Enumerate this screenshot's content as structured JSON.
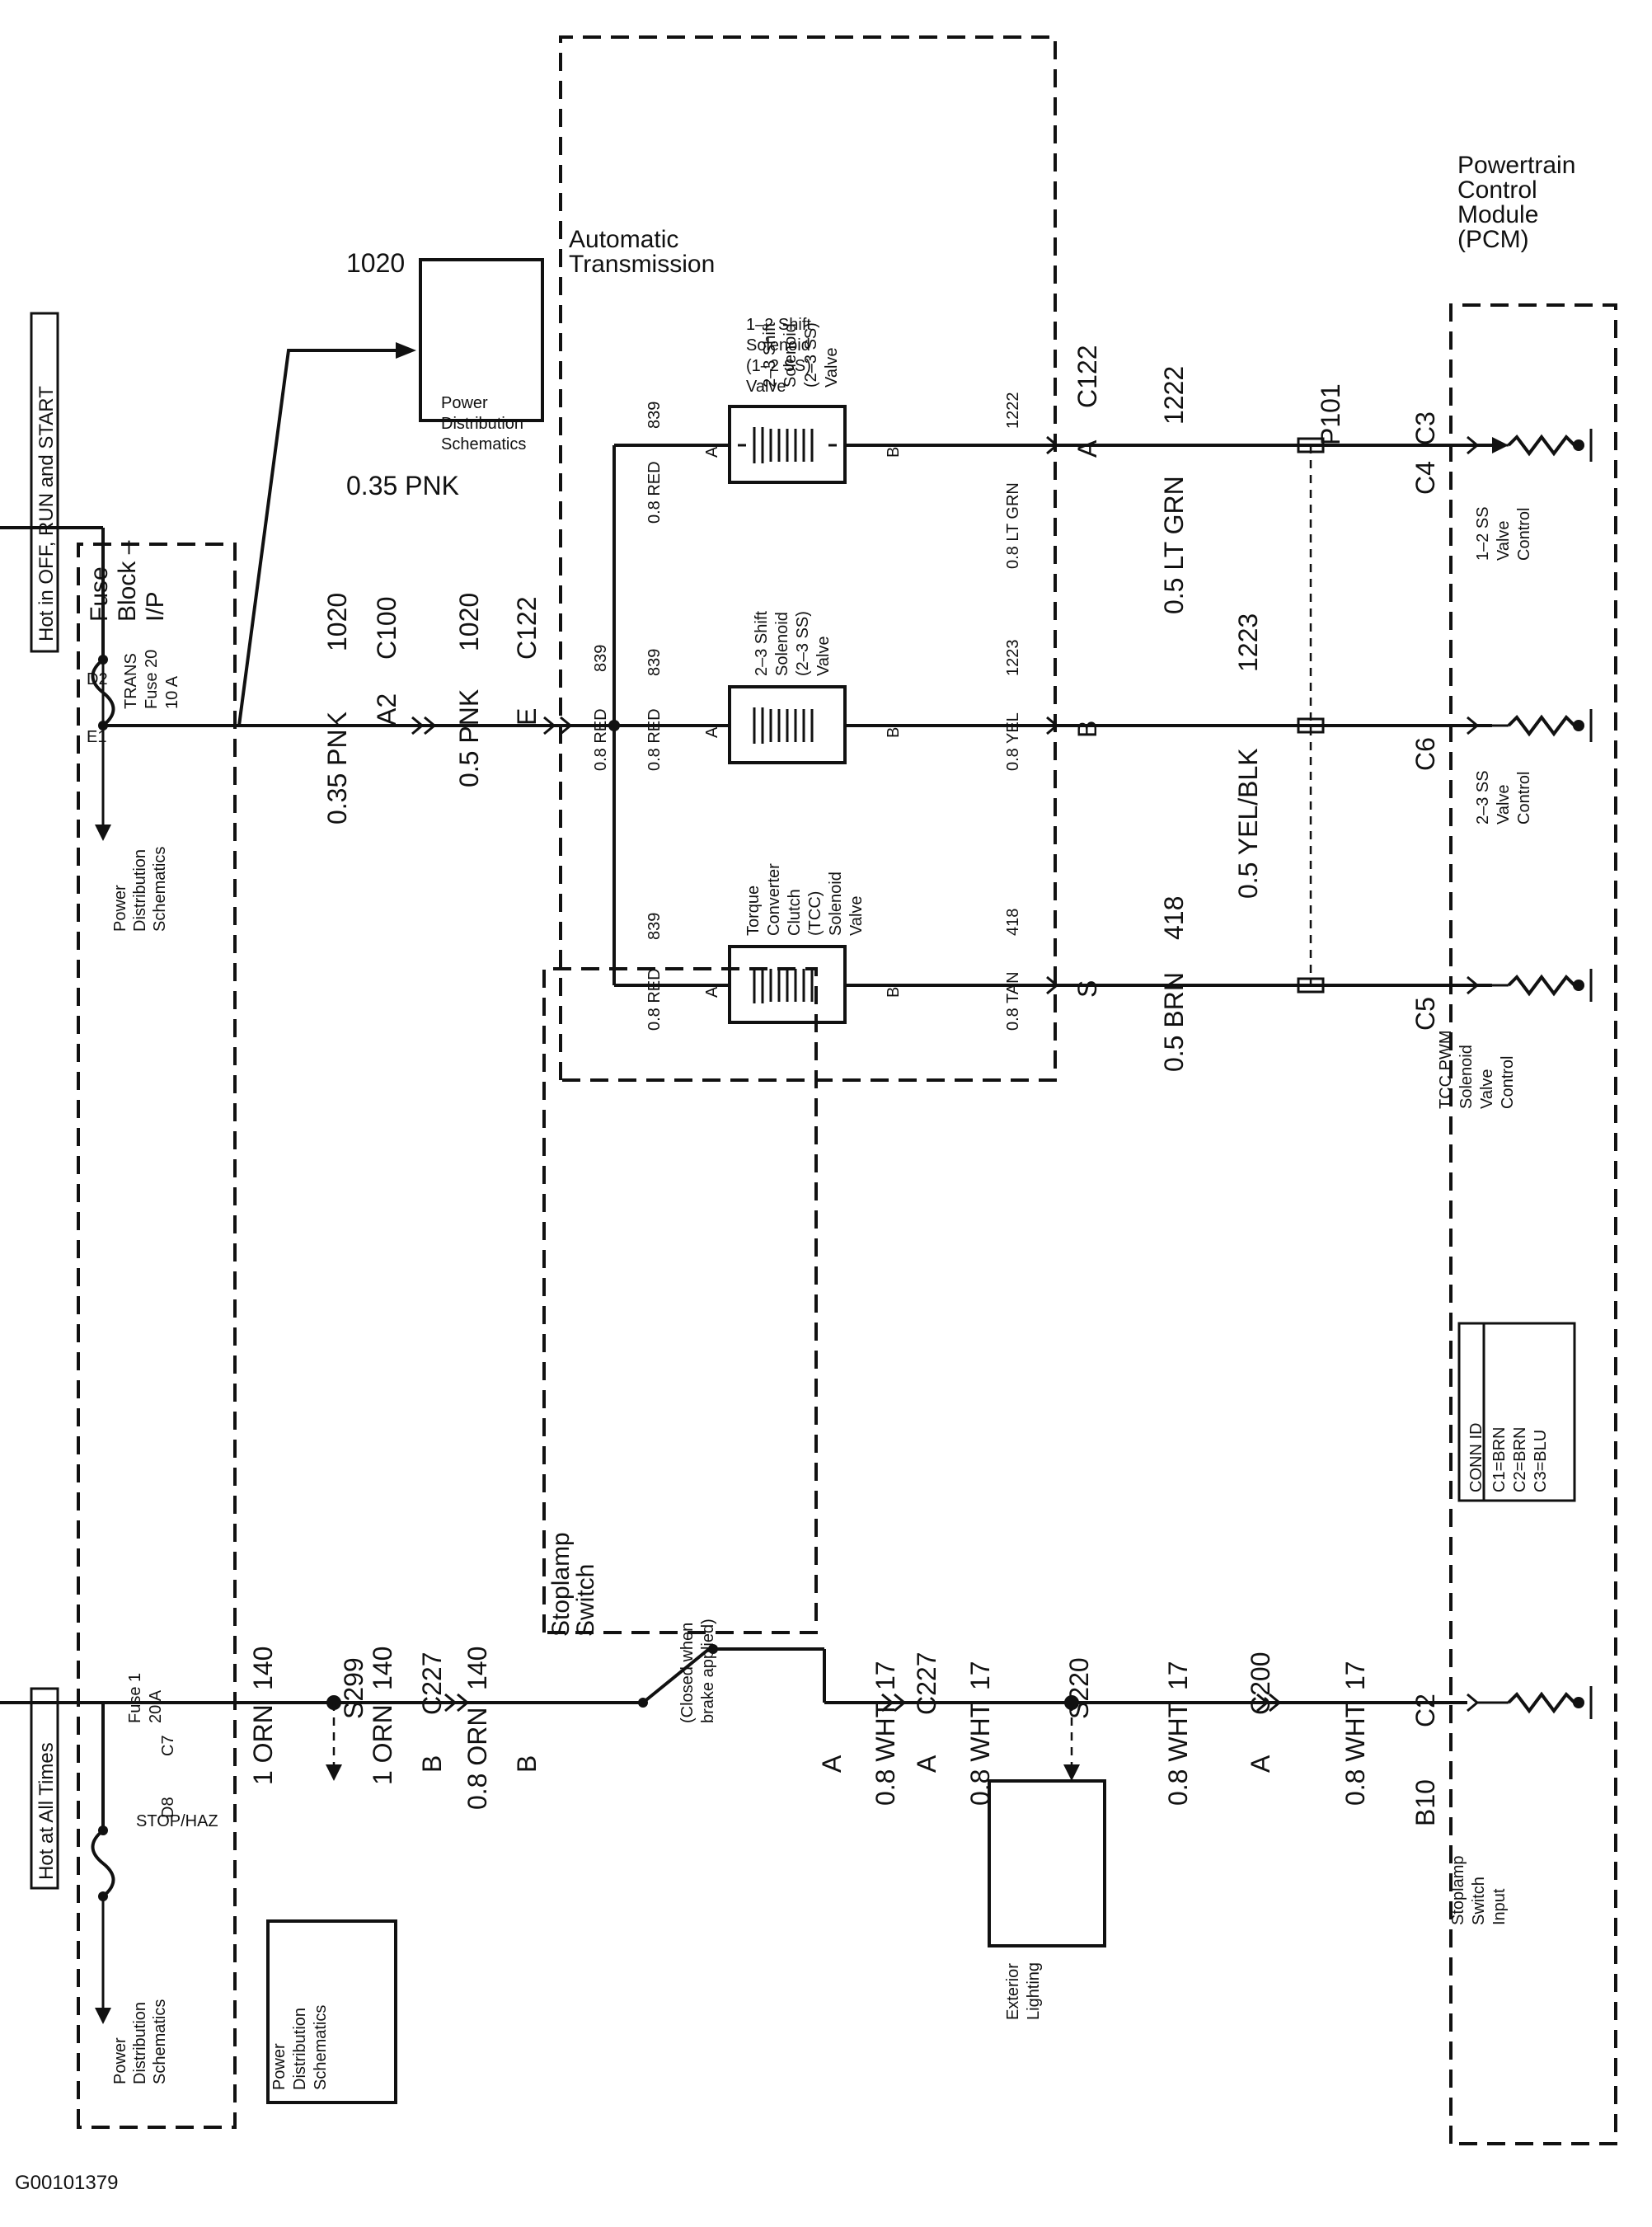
{
  "hot_labels": {
    "off_run_start": "Hot in OFF, RUN and START",
    "all_times": "Hot at All Times"
  },
  "fuse_block": {
    "line1": "Fuse",
    "line2": "Block –",
    "line3": "I/P"
  },
  "pds": {
    "l1": "Power",
    "l2": "Distribution",
    "l3": "Schematics"
  },
  "trans_fuse": {
    "l1": "TRANS",
    "l2": "Fuse 20",
    "l3": "10 A",
    "d": "D2",
    "e": "E1"
  },
  "stop_fuse": {
    "l1": "STOP/HAZ",
    "l2": "Fuse 1",
    "l3": "20 A",
    "d": "D8",
    "c": "C7"
  },
  "wires": {
    "pnk035": "0.35 PNK",
    "c1020": "1020",
    "pnk05": "0.5 PNK",
    "red08": "0.8 RED",
    "c839": "839",
    "ltgrn08": "0.8 LT GRN",
    "c1222": "1222",
    "yel08": "0.8 YEL",
    "c1223": "1223",
    "tan08": "0.8 TAN",
    "c418": "418",
    "ltgrn05": "0.5 LT GRN",
    "yelblk05": "0.5 YEL/BLK",
    "brn05": "0.5 BRN",
    "orn1": "1 ORN",
    "c140": "140",
    "orn08": "0.8 ORN",
    "wht08": "0.8 WHT",
    "c17": "17"
  },
  "connectors": {
    "C100": "C100",
    "A2": "A2",
    "C122": "C122",
    "E": "E",
    "A": "A",
    "B": "B",
    "S": "S",
    "P101": "P101",
    "C3": "C3",
    "C4": "C4",
    "C5": "C5",
    "C6": "C6",
    "C2": "C2",
    "B10": "B10",
    "S299": "S299",
    "C227": "C227",
    "S220": "S220",
    "C200": "C200"
  },
  "auto_trans": {
    "l1": "Automatic",
    "l2": "Transmission"
  },
  "solenoids": [
    {
      "l1": "1–2 Shift",
      "l2": "Solenoid",
      "l3": "(1–2 SS)",
      "l4": "Valve",
      "l5": ""
    },
    {
      "l1": "2–3 Shift",
      "l2": "Solenoid",
      "l3": "(2–3 SS)",
      "l4": "Valve",
      "l5": ""
    },
    {
      "l1": "Torque",
      "l2": "Converter",
      "l3": "Clutch",
      "l4": "(TCC)",
      "l5": "Solenoid",
      "l6": "Valve"
    }
  ],
  "pcm": {
    "l1": "Powertrain",
    "l2": "Control",
    "l3": "Module",
    "l4": "(PCM)"
  },
  "pcm_inputs": {
    "ss12": [
      "1–2 SS",
      "Valve",
      "Control"
    ],
    "ss23": [
      "2–3 SS",
      "Valve",
      "Control"
    ],
    "tcc": [
      "TCC PWM",
      "Solenoid",
      "Valve",
      "Control"
    ],
    "stop": [
      "Stoplamp",
      "Switch",
      "Input"
    ]
  },
  "conn_id": {
    "title": "CONN ID",
    "l1": "C1=BRN",
    "l2": "C2=BRN",
    "l3": "C3=BLU"
  },
  "stoplamp_switch": {
    "l1": "Stoplamp",
    "l2": "Switch",
    "note1": "(Closed when",
    "note2": "brake applied)"
  },
  "exterior_lighting": {
    "l1": "Exterior",
    "l2": "Lighting"
  },
  "figure_id": "G00101379"
}
